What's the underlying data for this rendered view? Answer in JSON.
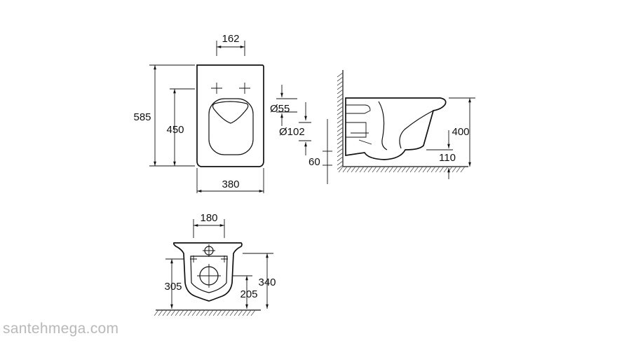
{
  "top_view": {
    "dim_width_top": "162",
    "dim_height_total": "585",
    "dim_height_inner": "450",
    "dim_width_bottom": "380",
    "dim_diameter_small": "Ø55",
    "dim_diameter_large": "Ø102",
    "dim_offset": "60"
  },
  "side_view": {
    "dim_height": "400",
    "dim_low": "110"
  },
  "back_view": {
    "dim_width": "180",
    "dim_height_left": "305",
    "dim_height_right": "340",
    "dim_height_inner": "205"
  },
  "watermark": "santehmega.com"
}
